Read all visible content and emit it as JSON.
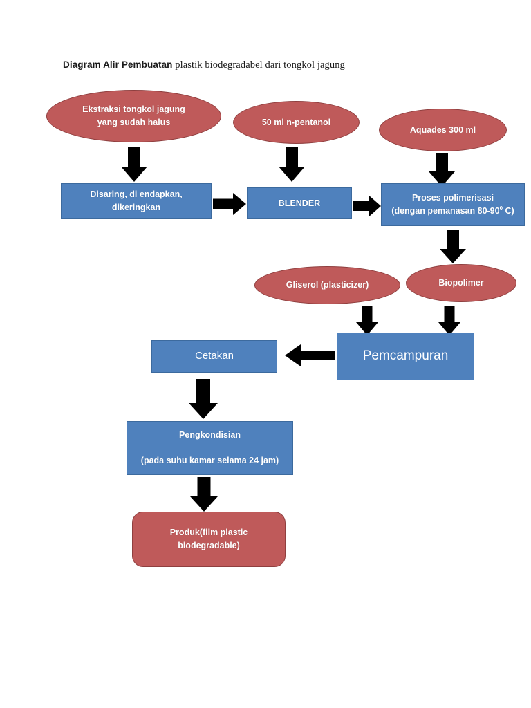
{
  "title": {
    "bold_part": "Diagram Alir Pembuatan",
    "rest_part": " plastik biodegradabel dari tongkol jagung"
  },
  "colors": {
    "ellipse_fill": "#bf5a5a",
    "ellipse_border": "#8f3f3f",
    "rect_fill": "#4f81bd",
    "rect_border": "#3c6a9e",
    "arrow": "#000000",
    "node_text": "#ffffff",
    "background": "#ffffff"
  },
  "chart_data": {
    "type": "diagram",
    "subtype": "flowchart",
    "title": "Diagram Alir Pembuatan plastik biodegradabel dari tongkol jagung",
    "nodes": [
      {
        "id": "ekstraksi",
        "shape": "ellipse",
        "label": "Ekstraksi tongkol jagung\nyang sudah halus"
      },
      {
        "id": "pentanol",
        "shape": "ellipse",
        "label": "50 ml n-pentanol"
      },
      {
        "id": "aquades",
        "shape": "ellipse",
        "label": "Aquades 300 ml"
      },
      {
        "id": "disaring",
        "shape": "rectangle",
        "label": "Disaring, di endapkan,\ndikeringkan"
      },
      {
        "id": "blender",
        "shape": "rectangle",
        "label": "BLENDER"
      },
      {
        "id": "polimerisasi",
        "shape": "rectangle",
        "label": "Proses polimerisasi\n(dengan pemanasan 80-90⁰ C)"
      },
      {
        "id": "gliserol",
        "shape": "ellipse",
        "label": "Gliserol (plasticizer)"
      },
      {
        "id": "biopolimer",
        "shape": "ellipse",
        "label": "Biopolimer"
      },
      {
        "id": "pemcampuran",
        "shape": "rectangle",
        "label": "Pemcampuran"
      },
      {
        "id": "cetakan",
        "shape": "rectangle",
        "label": "Cetakan"
      },
      {
        "id": "pengkondisian",
        "shape": "rectangle",
        "label": "Pengkondisian\n(pada suhu kamar selama 24 jam)"
      },
      {
        "id": "produk",
        "shape": "rounded-rect",
        "label": "Produk(film plastic\nbiodegradable)"
      }
    ],
    "edges": [
      {
        "from": "ekstraksi",
        "to": "disaring",
        "direction": "down"
      },
      {
        "from": "disaring",
        "to": "blender",
        "direction": "right"
      },
      {
        "from": "pentanol",
        "to": "blender",
        "direction": "down"
      },
      {
        "from": "blender",
        "to": "polimerisasi",
        "direction": "right"
      },
      {
        "from": "aquades",
        "to": "polimerisasi",
        "direction": "down"
      },
      {
        "from": "polimerisasi",
        "to": "biopolimer",
        "direction": "down"
      },
      {
        "from": "gliserol",
        "to": "pemcampuran",
        "direction": "down"
      },
      {
        "from": "biopolimer",
        "to": "pemcampuran",
        "direction": "down"
      },
      {
        "from": "pemcampuran",
        "to": "cetakan",
        "direction": "left"
      },
      {
        "from": "cetakan",
        "to": "pengkondisian",
        "direction": "down"
      },
      {
        "from": "pengkondisian",
        "to": "produk",
        "direction": "down"
      }
    ]
  },
  "nodes": {
    "ekstraksi": {
      "line1": "Ekstraksi tongkol jagung",
      "line2": "yang sudah halus"
    },
    "pentanol": {
      "line1": "50 ml n-pentanol"
    },
    "aquades": {
      "line1": "Aquades 300 ml"
    },
    "disaring": {
      "line1": "Disaring, di endapkan,",
      "line2": "dikeringkan"
    },
    "blender": {
      "line1": "BLENDER"
    },
    "polimerisasi": {
      "line1": "Proses polimerisasi",
      "line2_pre": "(dengan pemanasan 80-90",
      "line2_sup": "0",
      "line2_post": " C)"
    },
    "gliserol": {
      "line1": "Gliserol (plasticizer)"
    },
    "biopolimer": {
      "line1": "Biopolimer"
    },
    "pemcampuran": {
      "line1": "Pemcampuran"
    },
    "cetakan": {
      "line1": "Cetakan"
    },
    "pengkondisian": {
      "line1": "Pengkondisian",
      "line2": "(pada suhu kamar selama 24 jam)"
    },
    "produk": {
      "line1": "Produk(film plastic",
      "line2": "biodegradable)"
    }
  }
}
